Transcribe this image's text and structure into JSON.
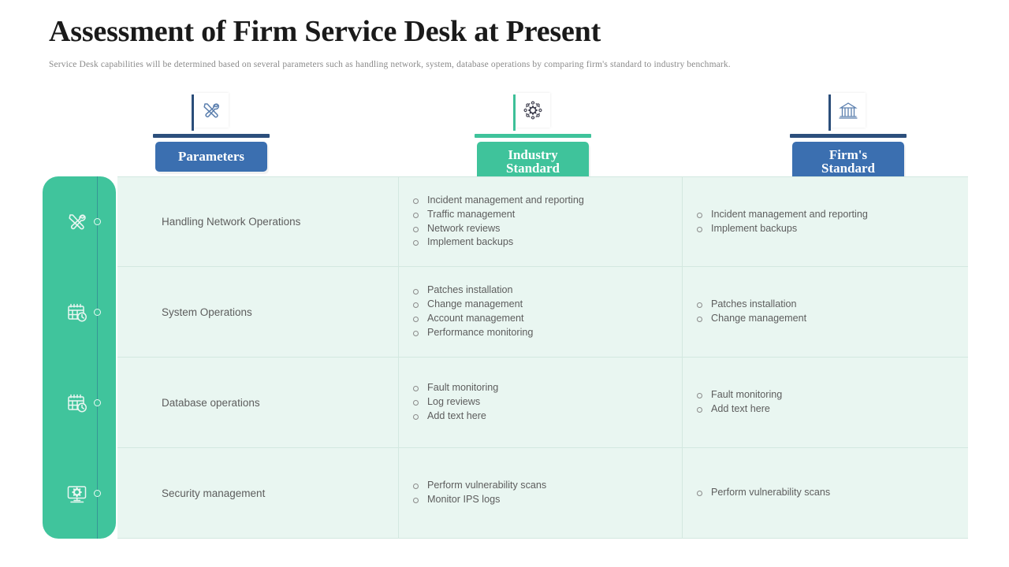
{
  "header": {
    "title": "Assessment of Firm Service Desk at Present",
    "subtitle": "Service Desk capabilities will be determined  based on several parameters  such as handling network,  system, database  operations  by comparing firm's standard  to industry benchmark."
  },
  "colors": {
    "parameters_badge": "#3b6fb0",
    "parameters_bar": "#2c4f7c",
    "industry_badge": "#3fc39b",
    "industry_bar": "#3fc39b",
    "firm_badge": "#3b6fb0",
    "firm_bar": "#2c4f7c",
    "rail_teal": "#40c49c",
    "cell_bg": "#e9f6f1",
    "cell_border": "#d3e8e0",
    "text_grey": "#5d5d5d"
  },
  "columns": [
    {
      "id": "parameters",
      "label_lines": [
        "Parameters"
      ],
      "icon": "tools-icon",
      "badge_color": "#3b6fb0",
      "bar_color": "#2c4f7c"
    },
    {
      "id": "industry-standard",
      "label_lines": [
        "Industry",
        "Standard"
      ],
      "icon": "gear-network-icon",
      "badge_color": "#3fc39b",
      "bar_color": "#3fc39b"
    },
    {
      "id": "firms-standard",
      "label_lines": [
        "Firm's",
        "Standard"
      ],
      "icon": "bank-icon",
      "badge_color": "#3b6fb0",
      "bar_color": "#2c4f7c"
    }
  ],
  "rows": [
    {
      "icon": "tools-icon",
      "parameter": "Handling Network Operations",
      "industry": [
        "Incident management and reporting",
        "Traffic management",
        "Network reviews",
        "Implement backups"
      ],
      "firm": [
        "Incident management and reporting",
        "Implement backups"
      ]
    },
    {
      "icon": "calendar-clock-icon",
      "parameter": "System Operations",
      "industry": [
        "Patches installation",
        "Change management",
        "Account management",
        "Performance monitoring"
      ],
      "firm": [
        "Patches installation",
        "Change management"
      ]
    },
    {
      "icon": "calendar-clock-icon",
      "parameter": "Database operations",
      "industry": [
        "Fault monitoring",
        "Log reviews",
        "Add text here"
      ],
      "firm": [
        "Fault monitoring",
        "Add text here"
      ]
    },
    {
      "icon": "monitor-gear-icon",
      "parameter": "Security management",
      "industry": [
        "Perform vulnerability  scans",
        "Monitor IPS logs"
      ],
      "firm": [
        "Perform vulnerability  scans"
      ]
    }
  ]
}
